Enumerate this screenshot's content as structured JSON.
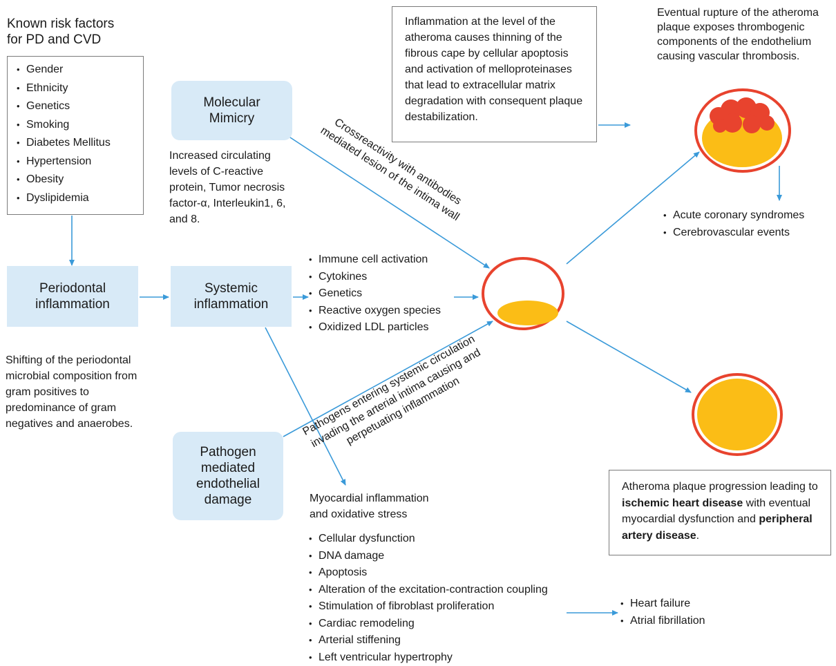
{
  "risk_factors": {
    "title_line1": "Known risk factors",
    "title_line2": "for PD and CVD",
    "items": [
      "Gender",
      "Ethnicity",
      "Genetics",
      "Smoking",
      "Diabetes Mellitus",
      "Hypertension",
      "Obesity",
      "Dyslipidemia"
    ]
  },
  "nodes": {
    "periodontal": "Periodontal inflammation",
    "systemic": "Systemic inflammation",
    "mimicry": "Molecular Mimicry",
    "pathogen": "Pathogen mediated endothelial damage"
  },
  "shifting_text": "Shifting of the periodontal microbial composition from gram positives to predominance of gram negatives and anaerobes.",
  "mimicry_text": "Increased circulating levels of C-reactive protein, Tumor necrosis factor-α, Interleukin1, 6, and 8.",
  "mediators": [
    "Immune cell activation",
    "Cytokines",
    "Genetics",
    "Reactive oxygen species",
    "Oxidized LDL particles"
  ],
  "crossreactivity_label": {
    "line1": "Crossreactivity with antibodies",
    "line2": "mediated lesion of the intima wall"
  },
  "pathogen_label": {
    "line1": "Pathogens entering systemic circulation",
    "line2": "invading the arterial intima causing and",
    "line3": "perpetuating inflammation"
  },
  "inflammation_box": "Inflammation at the level of the atheroma causes thinning of the fibrous cape by cellular apoptosis and activation of melloproteinases that lead to extracellular matrix degradation with consequent plaque destabilization.",
  "rupture_text": "Eventual rupture of the atheroma plaque exposes thrombogenic components of the endothelium causing vascular thrombosis.",
  "acute_outcomes": [
    "Acute coronary syndromes",
    "Cerebrovascular events"
  ],
  "progression_box": {
    "part1": "Atheroma plaque progression leading to ",
    "bold1": "ischemic heart disease",
    "part2": " with eventual myocardial dysfunction and ",
    "bold2": "peripheral artery disease",
    "part3": "."
  },
  "myocardial": {
    "title_line1": "Myocardial inflammation",
    "title_line2": "and oxidative stress",
    "items": [
      "Cellular dysfunction",
      "DNA damage",
      "Apoptosis",
      "Alteration of the excitation-contraction coupling",
      "Stimulation of fibroblast proliferation",
      "Cardiac remodeling",
      "Arterial stiffening",
      "Left ventricular hypertrophy"
    ]
  },
  "heart_outcomes": [
    "Heart failure",
    "Atrial fibrillation"
  ],
  "colors": {
    "node_fill": "#d8eaf7",
    "arrow": "#3a9ad9",
    "vessel_ring": "#e8432e",
    "plaque": "#fbbd16",
    "thrombus": "#e8432e"
  }
}
